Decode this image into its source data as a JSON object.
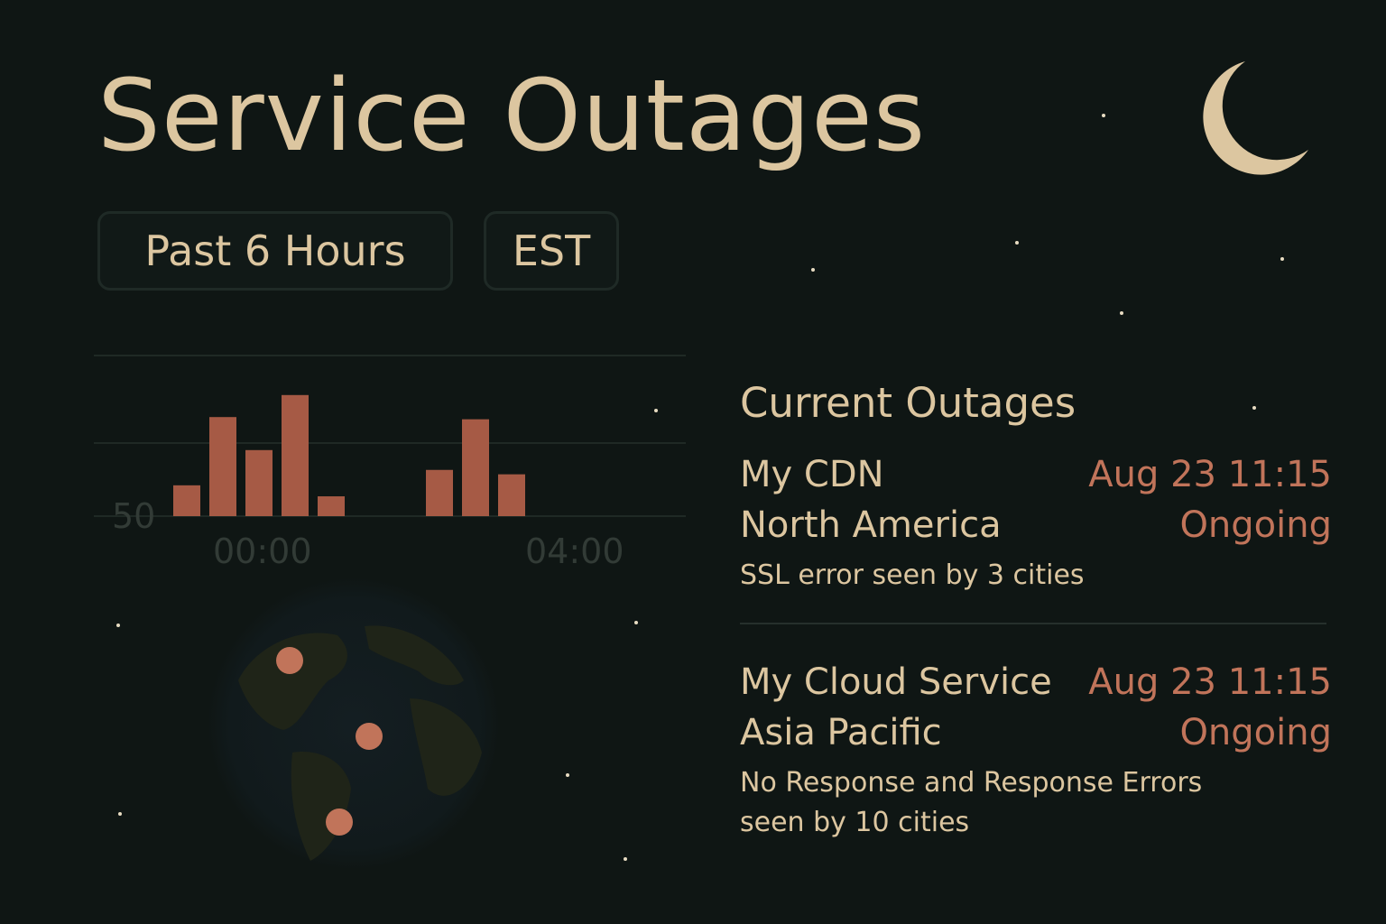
{
  "header": {
    "title": "Service Outages",
    "moon_icon": "crescent-moon-icon"
  },
  "filters": {
    "range_label": "Past 6 Hours",
    "timezone_label": "EST"
  },
  "chart_data": {
    "type": "bar",
    "title": "",
    "xlabel": "",
    "ylabel": "",
    "y_tick_labels": [
      "50"
    ],
    "x_tick_labels": [
      "00:00",
      "04:00"
    ],
    "values": [
      28,
      90,
      60,
      110,
      18,
      0,
      0,
      42,
      88,
      38
    ],
    "grid": true,
    "bar_color": "#a65a45"
  },
  "globe": {
    "icon": "globe-icon",
    "marker_color": "#c1745a"
  },
  "outages": {
    "heading": "Current Outages",
    "items": [
      {
        "service": "My CDN",
        "time": "Aug 23 11:15",
        "region": "North America",
        "status": "Ongoing",
        "detail": "SSL error seen by 3 cities"
      },
      {
        "service": "My Cloud Service",
        "time": "Aug 23 11:15",
        "region": "Asia Pacific",
        "status": "Ongoing",
        "detail": "No Response and Response Errors seen by 10 cities"
      }
    ]
  },
  "colors": {
    "background": "#0f1614",
    "text": "#dcc6a0",
    "accent": "#c1745a"
  }
}
